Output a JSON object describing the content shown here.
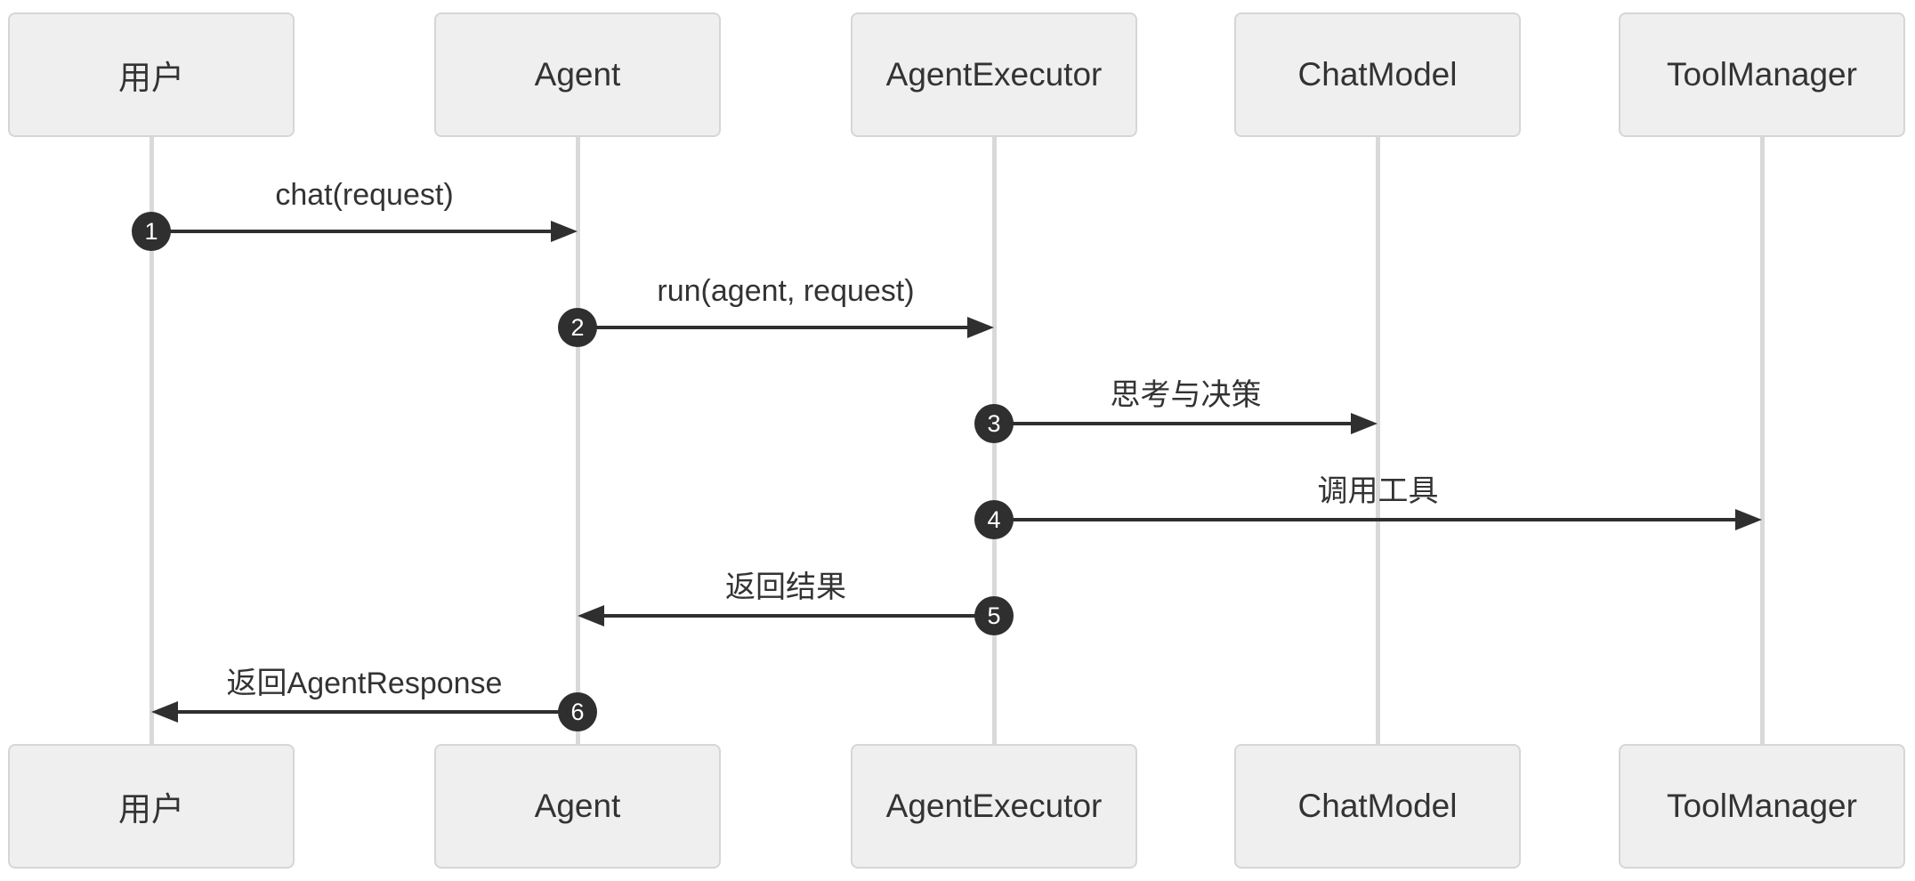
{
  "diagram": {
    "type": "sequence-diagram",
    "background": "#ffffff",
    "colors": {
      "box_fill": "#efefef",
      "box_border": "#d6d6d6",
      "box_text": "#333333",
      "lifeline": "#d9d9d9",
      "arrow": "#2f2f2f",
      "badge_fill": "#2f2f2f",
      "badge_text": "#ffffff",
      "label_text": "#333333"
    },
    "participants": [
      {
        "id": "user",
        "label": "用户"
      },
      {
        "id": "agent",
        "label": "Agent"
      },
      {
        "id": "agent-executor",
        "label": "AgentExecutor"
      },
      {
        "id": "chat-model",
        "label": "ChatModel"
      },
      {
        "id": "tool-manager",
        "label": "ToolManager"
      }
    ],
    "messages": [
      {
        "num": "1",
        "label": "chat(request)",
        "from": "user",
        "to": "agent"
      },
      {
        "num": "2",
        "label": "run(agent, request)",
        "from": "agent",
        "to": "agent-executor"
      },
      {
        "num": "3",
        "label": "思考与决策",
        "from": "agent-executor",
        "to": "chat-model"
      },
      {
        "num": "4",
        "label": "调用工具",
        "from": "agent-executor",
        "to": "tool-manager"
      },
      {
        "num": "5",
        "label": "返回结果",
        "from": "agent-executor",
        "to": "agent"
      },
      {
        "num": "6",
        "label": "返回AgentResponse",
        "from": "agent",
        "to": "user"
      }
    ]
  }
}
